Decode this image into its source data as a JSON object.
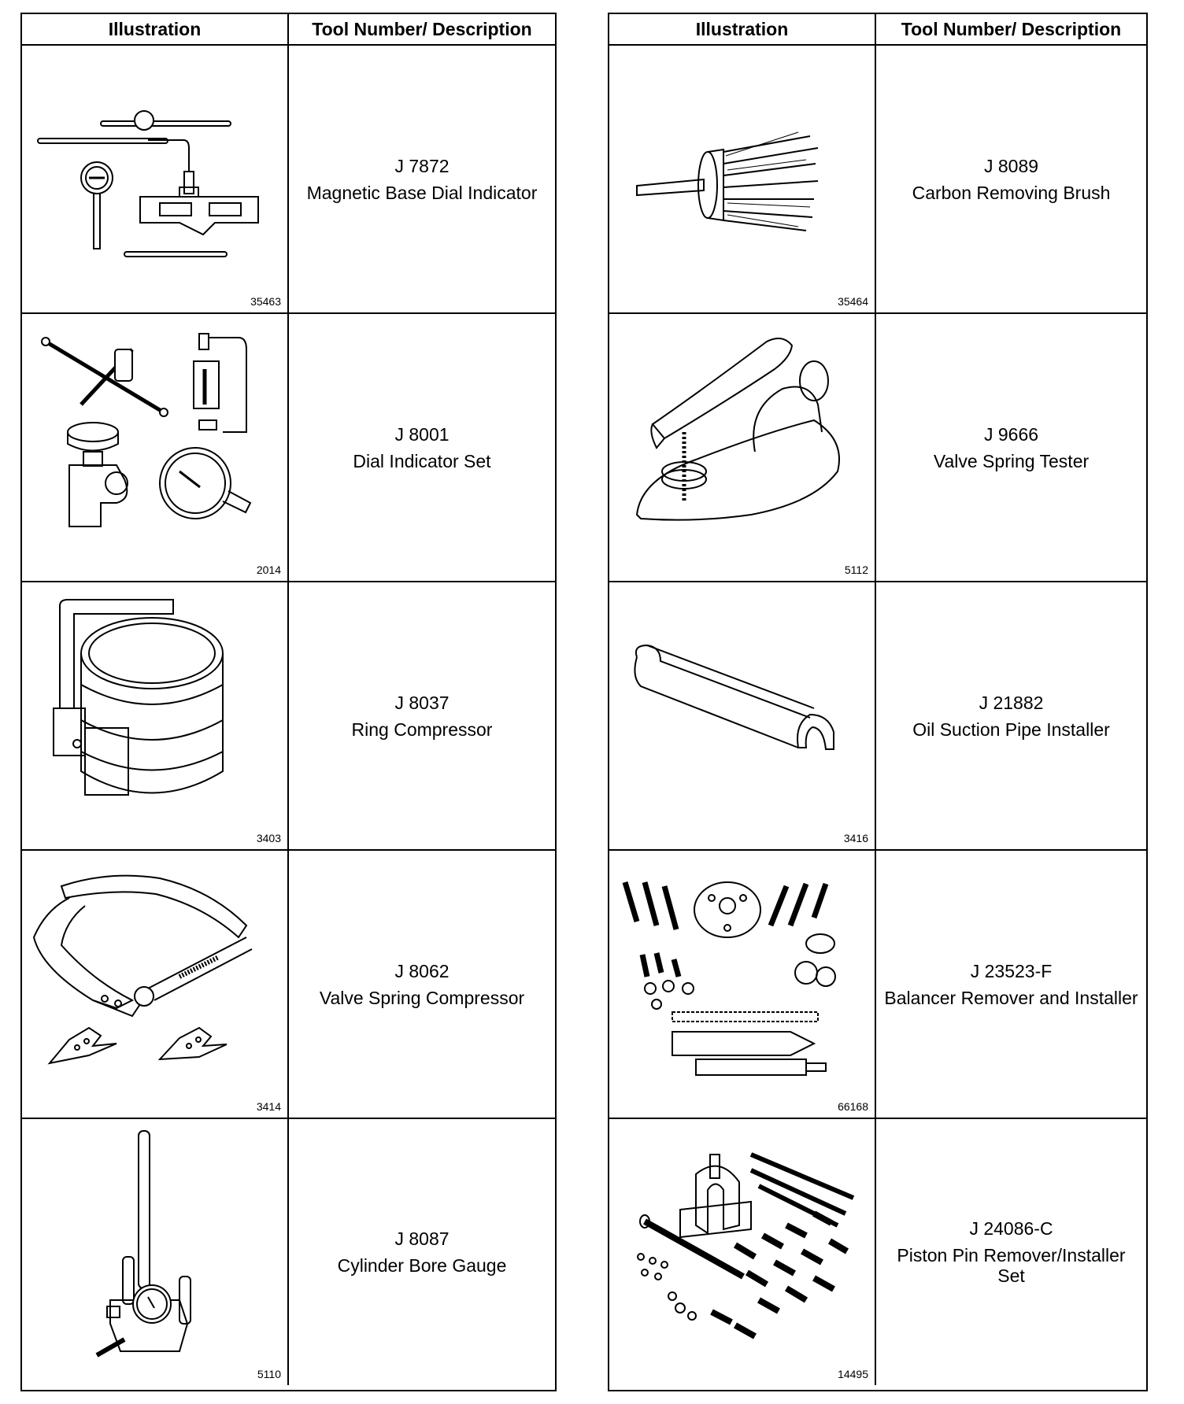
{
  "headers": {
    "illustration": "Illustration",
    "tool": "Tool Number/ Description"
  },
  "left": [
    {
      "fig": "35463",
      "num": "J 7872",
      "desc": "Magnetic Base Dial Indicator",
      "icon": "magnetic-base-dial-indicator-icon"
    },
    {
      "fig": "2014",
      "num": "J 8001",
      "desc": "Dial Indicator Set",
      "icon": "dial-indicator-set-icon"
    },
    {
      "fig": "3403",
      "num": "J 8037",
      "desc": "Ring Compressor",
      "icon": "ring-compressor-icon"
    },
    {
      "fig": "3414",
      "num": "J 8062",
      "desc": "Valve Spring Compressor",
      "icon": "valve-spring-compressor-icon"
    },
    {
      "fig": "5110",
      "num": "J 8087",
      "desc": "Cylinder Bore Gauge",
      "icon": "cylinder-bore-gauge-icon"
    }
  ],
  "right": [
    {
      "fig": "35464",
      "num": "J 8089",
      "desc": "Carbon Removing Brush",
      "icon": "carbon-removing-brush-icon"
    },
    {
      "fig": "5112",
      "num": "J 9666",
      "desc": "Valve Spring Tester",
      "icon": "valve-spring-tester-icon"
    },
    {
      "fig": "3416",
      "num": "J 21882",
      "desc": "Oil Suction Pipe Installer",
      "icon": "oil-suction-pipe-installer-icon"
    },
    {
      "fig": "66168",
      "num": "J 23523-F",
      "desc": "Balancer Remover and Installer",
      "icon": "balancer-remover-installer-icon"
    },
    {
      "fig": "14495",
      "num": "J 24086-C",
      "desc": "Piston Pin Remover/Installer Set",
      "icon": "piston-pin-remover-installer-icon"
    }
  ]
}
